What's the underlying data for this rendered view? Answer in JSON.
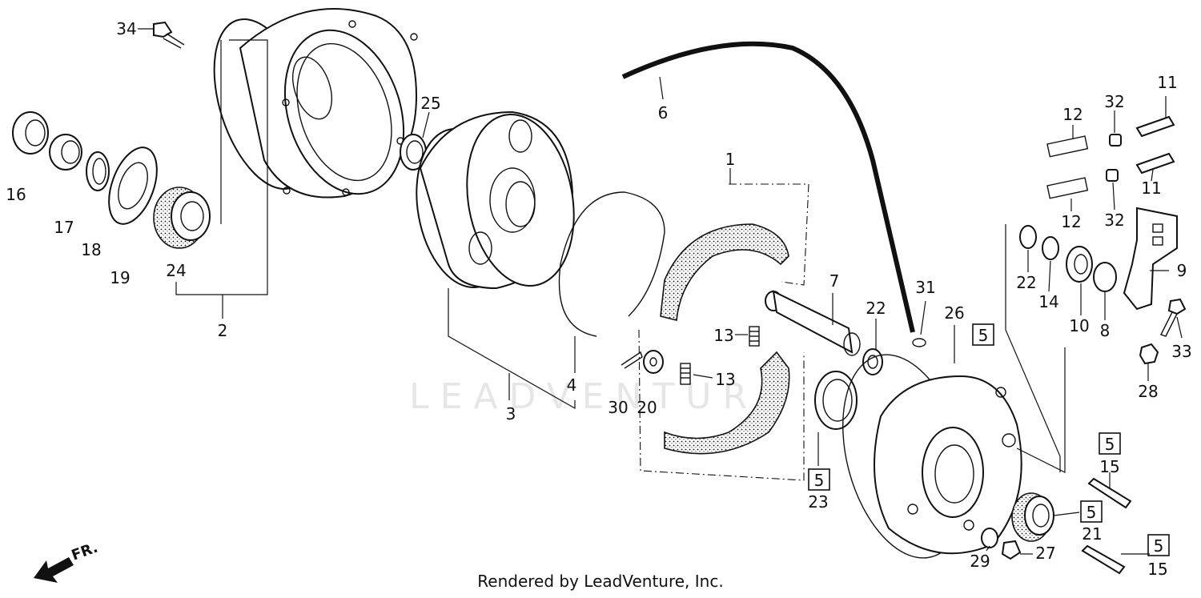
{
  "watermark": "LEADVENTURE",
  "footer": "Rendered by LeadVenture, Inc.",
  "direction_label": "FR.",
  "callouts": {
    "c1": "1",
    "c2": "2",
    "c3": "3",
    "c4": "4",
    "c5a": "5",
    "c5b": "5",
    "c5c": "5",
    "c5d": "5",
    "c5e": "5",
    "c6": "6",
    "c7": "7",
    "c8": "8",
    "c9": "9",
    "c10": "10",
    "c11a": "11",
    "c11b": "11",
    "c12a": "12",
    "c12b": "12",
    "c13a": "13",
    "c13b": "13",
    "c14": "14",
    "c15a": "15",
    "c15b": "15",
    "c16": "16",
    "c17": "17",
    "c18": "18",
    "c19": "19",
    "c20": "20",
    "c21": "21",
    "c22a": "22",
    "c22b": "22",
    "c23": "23",
    "c24": "24",
    "c25": "25",
    "c26": "26",
    "c27": "27",
    "c28": "28",
    "c29": "29",
    "c30": "30",
    "c31": "31",
    "c32a": "32",
    "c32b": "32",
    "c33": "33",
    "c34": "34"
  },
  "colors": {
    "line": "#111111",
    "background": "#ffffff",
    "watermark": "#e6e6e6"
  }
}
